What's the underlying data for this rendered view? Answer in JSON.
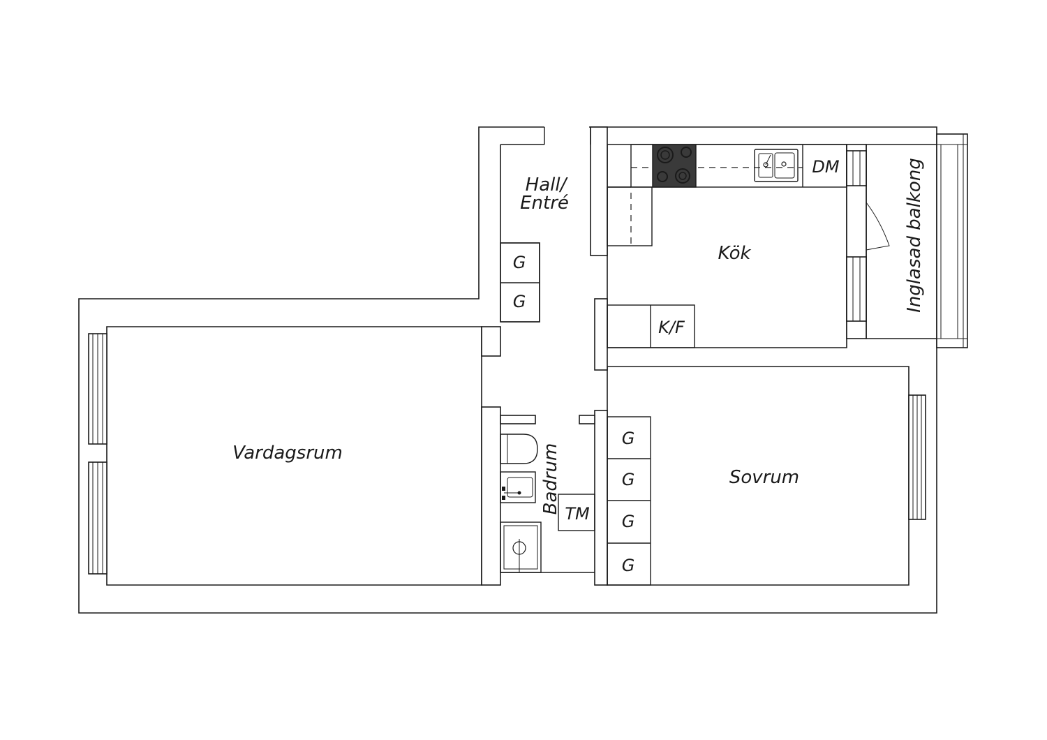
{
  "rooms": {
    "hall_line1": "Hall/",
    "hall_line2": "Entré",
    "kitchen": "Kök",
    "balcony": "Inglasad balkong",
    "living": "Vardagsrum",
    "bathroom": "Badrum",
    "bedroom": "Sovrum"
  },
  "fixtures": {
    "wardrobe": "G",
    "dishwasher": "DM",
    "fridge_freezer": "K/F",
    "dryer": "TM"
  },
  "colors": {
    "line": "#1a1a1a",
    "hob": "#3a3a3a",
    "background": "#ffffff"
  }
}
